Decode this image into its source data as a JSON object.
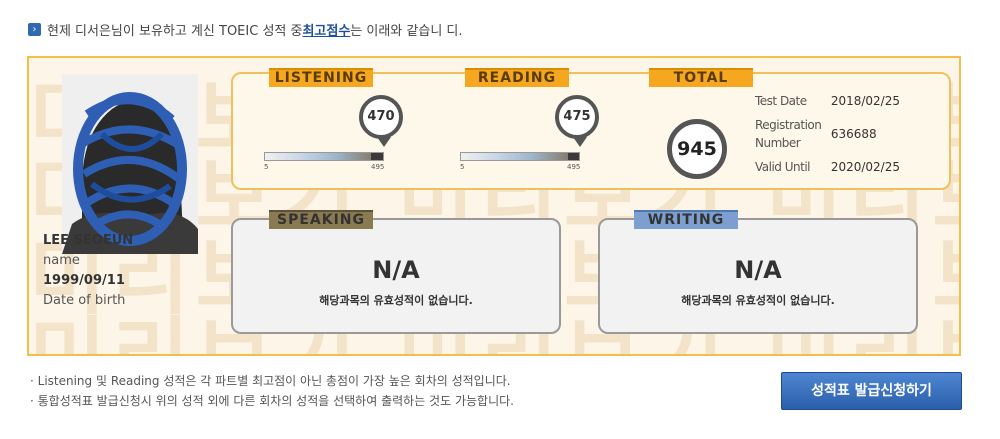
{
  "intro": {
    "prefix": "현제 디서은님이 보유하고 계신 TOEIC 성적 중 ",
    "highlight": "최고점수",
    "suffix": "는 이래와 같습니 디."
  },
  "watermark": {
    "text": "미리보기 미리보기 미리보기"
  },
  "person": {
    "name": "LEE SEOEUN",
    "name_label": "name",
    "dob": "1999/09/11",
    "dob_label": "Date of birth"
  },
  "listening": {
    "label": "LISTENING",
    "score": "470",
    "scale_min": "5",
    "scale_max": "495",
    "fraction": 0.95
  },
  "reading": {
    "label": "READING",
    "score": "475",
    "scale_min": "5",
    "scale_max": "495",
    "fraction": 0.96
  },
  "total": {
    "label": "TOTAL",
    "score": "945"
  },
  "info": {
    "test_date_label": "Test Date",
    "test_date": "2018/02/25",
    "reg_label": "Registration Number",
    "reg_number": "636688",
    "valid_label": "Valid Until",
    "valid_until": "2020/02/25"
  },
  "speaking": {
    "label": "SPEAKING",
    "value": "N/A",
    "message": "해당과목의 유효성적이 없습니다."
  },
  "writing": {
    "label": "WRITING",
    "value": "N/A",
    "message": "해당과목의 유효성적이 없습니다."
  },
  "notes": [
    "· Listening 및 Reading 성적은 각 파트별 최고점이 아닌 총점이 가장 높은 회차의 성적입니다.",
    "· 통합성적표 발급신청시 위의 성적 외에 다른 회차의 성적을 선택하여 출력하는 것도 가능합니다."
  ],
  "issue_button": "성적표 발급신청하기",
  "colors": {
    "accent": "#f4a71f",
    "border": "#f2c04a",
    "button": "#2a5fab",
    "writing_tab": "#7c9fd0",
    "speaking_tab": "#8a7a52"
  },
  "icons": {
    "intro": "arrow-right-icon"
  }
}
